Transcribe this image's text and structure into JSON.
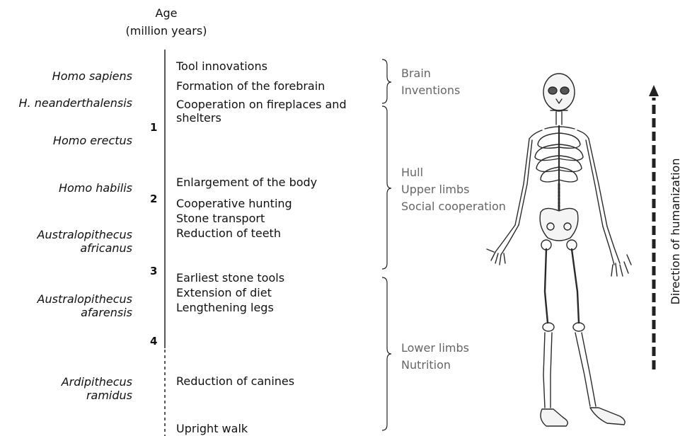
{
  "axis": {
    "label_line1": "Age",
    "label_line2": "(million years)",
    "ticks": [
      "1",
      "2",
      "3",
      "4"
    ]
  },
  "species": [
    {
      "lines": [
        "Homo sapiens"
      ]
    },
    {
      "lines": [
        "H. neanderthalensis"
      ]
    },
    {
      "lines": [
        "Homo erectus"
      ]
    },
    {
      "lines": [
        "Homo habilis"
      ]
    },
    {
      "lines": [
        "Australopithecus",
        "africanus"
      ]
    },
    {
      "lines": [
        "Australopithecus",
        "afarensis"
      ]
    },
    {
      "lines": [
        "Ardipithecus",
        "ramidus"
      ]
    }
  ],
  "events": [
    "Tool innovations",
    "Formation of the forebrain",
    "Cooperation on fireplaces and",
    "shelters",
    "Enlargement of the body",
    "Cooperative hunting",
    "Stone transport",
    "Reduction of teeth",
    "Earliest stone tools",
    "Extension of diet",
    "Lengthening legs",
    "Reduction of canines",
    "Upright walk"
  ],
  "categories": [
    {
      "lines": [
        "Brain",
        "Inventions"
      ]
    },
    {
      "lines": [
        "Hull",
        "Upper limbs",
        "Social cooperation"
      ]
    },
    {
      "lines": [
        "Lower limbs",
        "Nutrition"
      ]
    }
  ],
  "direction_label": "Direction of humanization",
  "figure": {
    "icon": "human-skeleton-icon"
  },
  "colors": {
    "text": "#111111",
    "category_text": "#666666",
    "line": "#222222"
  }
}
